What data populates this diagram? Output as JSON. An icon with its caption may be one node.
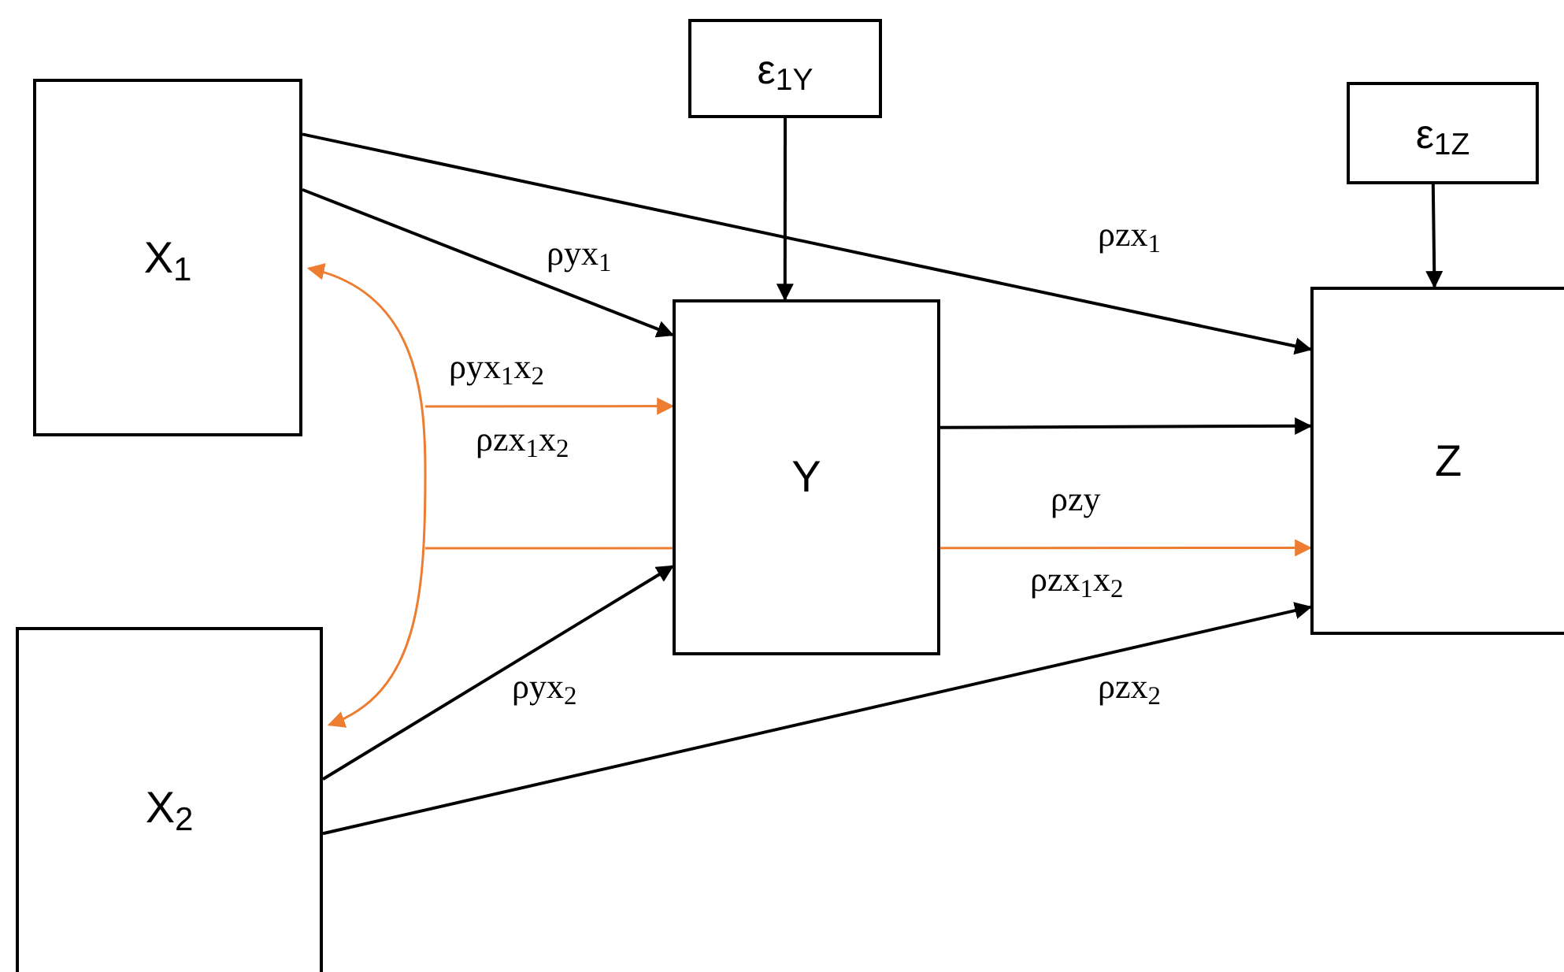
{
  "diagram": {
    "nodes": [
      {
        "text": [
          "X$_{1}$"
        ]
      },
      {
        "text": [
          "X$_{2}$"
        ]
      },
      {
        "text": [
          "ε$_{1Y}$"
        ]
      },
      {
        "text": [
          "Y"
        ]
      },
      {
        "text": [
          "ε$_{1Z}$"
        ]
      },
      {
        "text": [
          "Z"
        ]
      }
    ],
    "edges": [
      {
        "from": 0,
        "to": 5,
        "arrow": "to",
        "label": "ρzx$_{1}$"
      },
      {
        "from": 0,
        "to": 3,
        "arrow": "to",
        "label": "ρyx$_{1}$"
      },
      {
        "from": 2,
        "to": 3,
        "arrow": "to"
      },
      {
        "from": 4,
        "to": 5,
        "arrow": "to"
      },
      {
        "from": 0,
        "to": 1,
        "arrow": "both",
        "color": "#ed7d31"
      },
      {
        "from": null,
        "to": 3,
        "arrow": "to",
        "label": "ρyx$_{1}$x$_{2}$",
        "color": "#ed7d31"
      },
      {
        "from": 3,
        "to": 5,
        "arrow": "to",
        "label": "ρzy"
      },
      {
        "from": null,
        "to": 5,
        "arrow": "to",
        "label": "ρzx$_{1}$x$_{2}$",
        "color": "#ed7d31"
      },
      {
        "from": 1,
        "to": 3,
        "arrow": "to",
        "label": "ρyx$_{2}$"
      },
      {
        "from": 1,
        "to": 5,
        "arrow": "to",
        "label": "ρzx$_{2}$"
      }
    ],
    "labels": [
      "ρzx$_{1}$x$_{2}$"
    ]
  }
}
